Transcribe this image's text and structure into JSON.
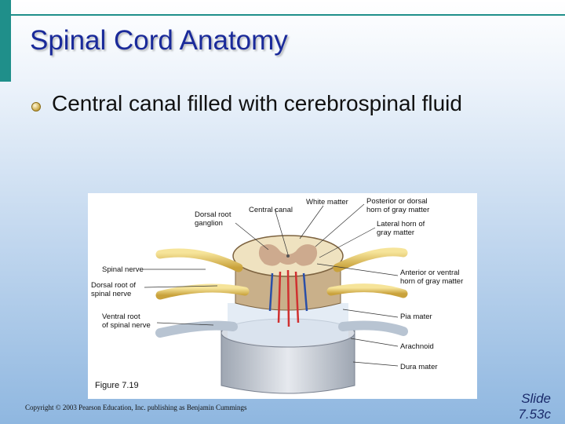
{
  "slide": {
    "title": "Spinal Cord Anatomy",
    "bullet": "Central canal filled with cerebrospinal fluid",
    "figure_caption": "Figure 7.19",
    "copyright": "Copyright © 2003 Pearson Education, Inc. publishing as Benjamin Cummings",
    "slide_number": "Slide\n7.53c"
  },
  "figure": {
    "labels": {
      "dorsal_root_ganglion": "Dorsal root\nganglion",
      "central_canal": "Central canal",
      "white_matter": "White matter",
      "posterior_horn": "Posterior or dorsal\nhorn of gray matter",
      "lateral_horn": "Lateral horn of\ngray matter",
      "spinal_nerve": "Spinal nerve",
      "dorsal_root": "Dorsal root of\nspinal nerve",
      "anterior_horn": "Anterior or ventral\nhorn of gray matter",
      "ventral_root": "Ventral root\nof spinal nerve",
      "pia_mater": "Pia mater",
      "arachnoid": "Arachnoid",
      "dura_mater": "Dura mater"
    }
  },
  "colors": {
    "title": "#1a2a9a",
    "accent": "#1f8f8a",
    "nerve": "#e8c860",
    "dura": "#c8cdd6",
    "white_matter": "#efe2c0",
    "gray_matter": "#c9a488"
  }
}
